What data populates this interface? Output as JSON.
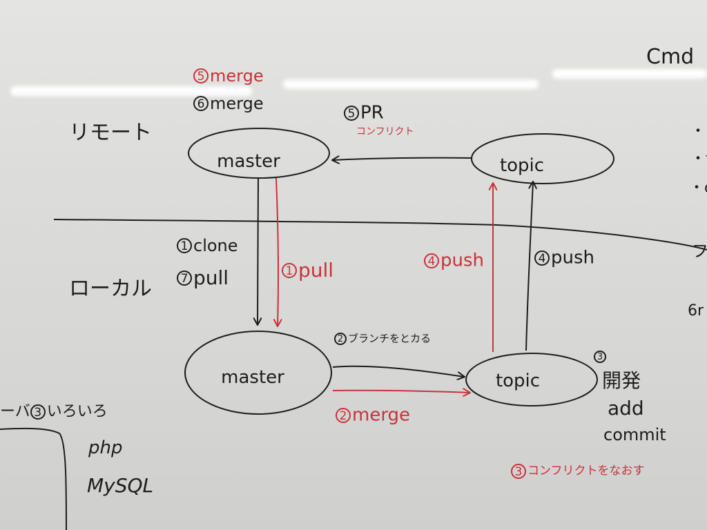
{
  "zones": {
    "remote": "リモート",
    "local": "ローカル"
  },
  "nodes": {
    "remote_master": "master",
    "remote_topic": "topic",
    "local_master": "master",
    "local_topic": "topic"
  },
  "labels": {
    "merge5": {
      "num": "5",
      "text": "merge"
    },
    "merge6": {
      "num": "6",
      "text": "merge"
    },
    "pr5": {
      "num": "5",
      "text": "PR"
    },
    "conflict": "コンフリクト",
    "clone1": {
      "num": "1",
      "text": "clone"
    },
    "pull7": {
      "num": "7",
      "text": "pull"
    },
    "pull1": {
      "num": "1",
      "text": "pull"
    },
    "push4_red": {
      "num": "4",
      "text": "push"
    },
    "push4_black": {
      "num": "4",
      "text": "push"
    },
    "branch2": {
      "num": "2",
      "text": "ブランチをとカる"
    },
    "merge2": {
      "num": "2",
      "text": "merge"
    },
    "dev3": {
      "num": "3",
      "lines": [
        "開発",
        "add",
        "commit"
      ]
    },
    "conflict3": {
      "num": "3",
      "text": "コンフリクトをなおす"
    },
    "misc3": {
      "num": "3",
      "prefix": "ーバ",
      "text": "いろいろ"
    },
    "php": "php",
    "mysql": "MySQL",
    "right_cmd": "Cmd",
    "right_bits": [
      "・r",
      "・t",
      "・c",
      "フ",
      "6r"
    ]
  },
  "colors": {
    "black_ink": "#1c1c1c",
    "red_ink": "#c8323a",
    "board": "#dcdcda"
  },
  "icons": {
    "arrow_head": "arrow-icon"
  }
}
